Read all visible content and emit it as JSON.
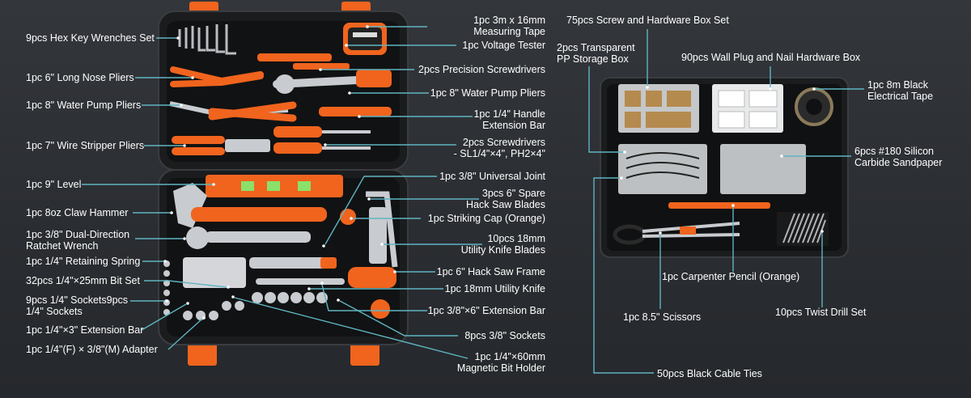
{
  "left_kit": {
    "labels_left": [
      {
        "id": "hex",
        "text": "9pcs Hex Key Wrenches Set"
      },
      {
        "id": "longnose",
        "text": "1pc 6\" Long Nose Pliers"
      },
      {
        "id": "wpp_left",
        "text": "1pc 8\" Water Pump Pliers"
      },
      {
        "id": "stripper",
        "text": "1pc 7\" Wire Stripper Pliers"
      },
      {
        "id": "level",
        "text": "1pc 9\" Level"
      },
      {
        "id": "hammer",
        "text": "1pc 8oz Claw Hammer"
      },
      {
        "id": "ratchet_1",
        "text": "1pc 3/8\" Dual-Direction"
      },
      {
        "id": "ratchet_2",
        "text": "Ratchet Wrench"
      },
      {
        "id": "spring",
        "text": "1pc 1/4\" Retaining Spring"
      },
      {
        "id": "bits",
        "text": "32pcs 1/4\"×25mm Bit Set"
      },
      {
        "id": "sockets_1",
        "text": "9pcs 1/4\" Sockets9pcs"
      },
      {
        "id": "sockets_2",
        "text": "1/4\" Sockets"
      },
      {
        "id": "extbar14",
        "text": "1pc 1/4\"×3\" Extension Bar"
      },
      {
        "id": "adapter",
        "text": "1pc 1/4\"(F) × 3/8\"(M) Adapter"
      }
    ],
    "labels_right": [
      {
        "id": "tape_1",
        "text": "1pc 3m x 16mm"
      },
      {
        "id": "tape_2",
        "text": "Measuring Tape"
      },
      {
        "id": "volt",
        "text": "1pc Voltage Tester"
      },
      {
        "id": "precision",
        "text": "2pcs Precision Screwdrivers"
      },
      {
        "id": "wpp_right",
        "text": "1pc 8\" Water Pump Pliers"
      },
      {
        "id": "handle_1",
        "text": "1pc 1/4\" Handle"
      },
      {
        "id": "handle_2",
        "text": "Extension Bar"
      },
      {
        "id": "drivers_1",
        "text": "2pcs Screwdrivers"
      },
      {
        "id": "drivers_2",
        "text": "- SL1/4\"×4\", PH2×4\""
      },
      {
        "id": "ujoint",
        "text": "1pc 3/8\" Universal Joint"
      },
      {
        "id": "blades_1",
        "text": "3pcs 6\" Spare"
      },
      {
        "id": "blades_2",
        "text": "Hack Saw Blades"
      },
      {
        "id": "cap",
        "text": "1pc Striking Cap (Orange)"
      },
      {
        "id": "knifeblades_1",
        "text": "10pcs 18mm"
      },
      {
        "id": "knifeblades_2",
        "text": "Utility Knife Blades"
      },
      {
        "id": "hacksaw",
        "text": "1pc 6\" Hack Saw Frame"
      },
      {
        "id": "knife",
        "text": "1pc 18mm Utility Knife"
      },
      {
        "id": "extbar38",
        "text": "1pc 3/8\"×6\" Extension Bar"
      },
      {
        "id": "sockets38",
        "text": "8pcs 3/8\" Sockets"
      },
      {
        "id": "holder_1",
        "text": "1pc 1/4\"×60mm"
      },
      {
        "id": "holder_2",
        "text": "Magnetic Bit Holder"
      }
    ]
  },
  "right_kit": {
    "labels": [
      {
        "id": "screwbox",
        "text": "75pcs Screw and Hardware Box Set"
      },
      {
        "id": "ppbox_1",
        "text": "2pcs Transparent"
      },
      {
        "id": "ppbox_2",
        "text": "PP Storage Box"
      },
      {
        "id": "plugbox",
        "text": "90pcs Wall Plug and Nail Hardware Box"
      },
      {
        "id": "etape_1",
        "text": "1pc 8m Black"
      },
      {
        "id": "etape_2",
        "text": "Electrical Tape"
      },
      {
        "id": "sand_1",
        "text": "6pcs #180 Silicon"
      },
      {
        "id": "sand_2",
        "text": "Carbide Sandpaper"
      },
      {
        "id": "pencil",
        "text": "1pc Carpenter Pencil (Orange)"
      },
      {
        "id": "scissors",
        "text": "1pc 8.5\" Scissors"
      },
      {
        "id": "drill",
        "text": "10pcs Twist Drill Set"
      },
      {
        "id": "ties",
        "text": "50pcs Black Cable Ties"
      }
    ]
  },
  "colors": {
    "background": "#2c2f33",
    "case": "#1b1c1e",
    "tray": "#101112",
    "accent_orange": "#f0641e",
    "leader_line": "#5fb4c2",
    "label_text": "#ffffff"
  }
}
